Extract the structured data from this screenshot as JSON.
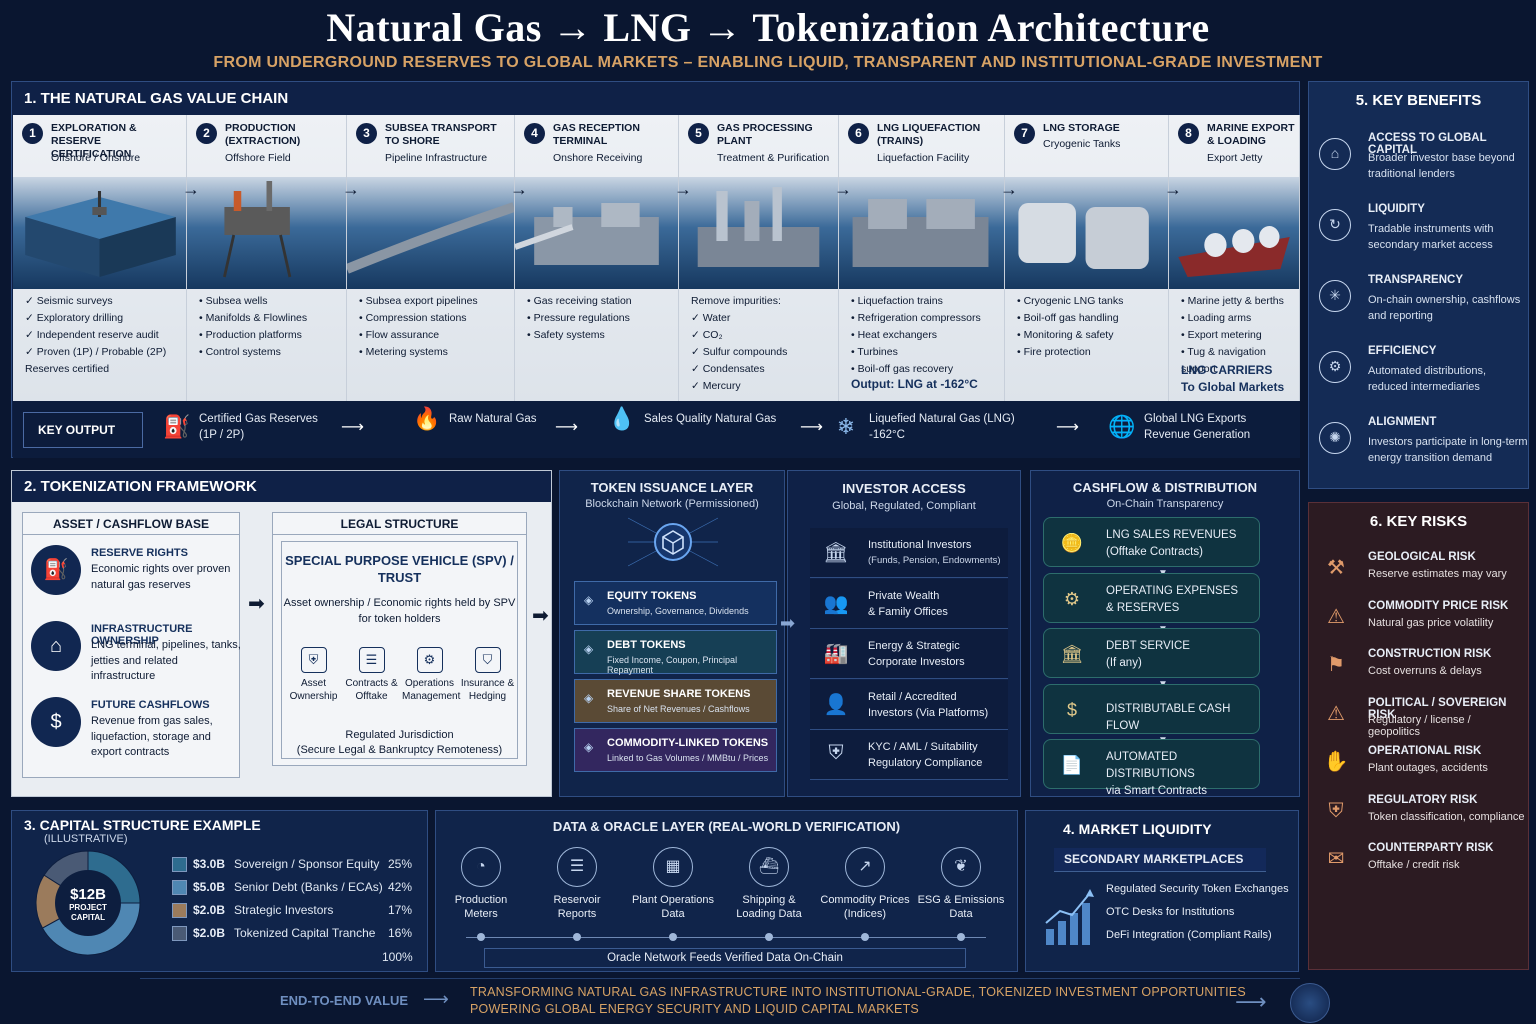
{
  "title": "Natural Gas → LNG → Tokenization Architecture",
  "subtitle": "FROM UNDERGROUND RESERVES TO GLOBAL MARKETS – ENABLING LIQUID, TRANSPARENT AND INSTITUTIONAL-GRADE INVESTMENT",
  "value_chain": {
    "title": "1. THE NATURAL GAS VALUE CHAIN",
    "stages": [
      {
        "num": "1",
        "title": "EXPLORATION & RESERVE CERTIFICATION",
        "sub": "Offshore / Onshore",
        "items": [
          "✓ Seismic surveys",
          "✓ Exploratory drilling",
          "✓ Independent reserve audit",
          "✓ Proven (1P) / Probable (2P)",
          "   Reserves certified"
        ]
      },
      {
        "num": "2",
        "title": "PRODUCTION (EXTRACTION)",
        "sub": "Offshore Field",
        "items": [
          "• Subsea wells",
          "• Manifolds & Flowlines",
          "• Production platforms",
          "• Control systems"
        ]
      },
      {
        "num": "3",
        "title": "SUBSEA TRANSPORT TO SHORE",
        "sub": "Pipeline Infrastructure",
        "items": [
          "• Subsea export pipelines",
          "• Compression stations",
          "• Flow assurance",
          "• Metering systems"
        ]
      },
      {
        "num": "4",
        "title": "GAS RECEPTION TERMINAL",
        "sub": "Onshore Receiving",
        "items": [
          "• Gas receiving station",
          "• Pressure regulations",
          "• Safety systems"
        ]
      },
      {
        "num": "5",
        "title": "GAS PROCESSING PLANT",
        "sub": "Treatment & Purification",
        "items": [
          "Remove impurities:",
          "✓ Water",
          "✓ CO₂",
          "✓ Sulfur compounds",
          "✓ Condensates",
          "✓ Mercury"
        ]
      },
      {
        "num": "6",
        "title": "LNG LIQUEFACTION (TRAINS)",
        "sub": "Liquefaction Facility",
        "items": [
          "• Liquefaction trains",
          "• Refrigeration compressors",
          "• Heat exchangers",
          "• Turbines",
          "• Boil-off gas recovery"
        ],
        "extra": "Output: LNG at -162°C"
      },
      {
        "num": "7",
        "title": "LNG STORAGE",
        "sub": "Cryogenic Tanks",
        "items": [
          "• Cryogenic LNG tanks",
          "• Boil-off gas handling",
          "• Monitoring & safety",
          "• Fire protection"
        ]
      },
      {
        "num": "8",
        "title": "MARINE EXPORT & LOADING",
        "sub": "Export Jetty",
        "items": [
          "• Marine jetty & berths",
          "• Loading arms",
          "• Export metering",
          "• Tug & navigation support"
        ],
        "extra": "LNG CARRIERS",
        "extra2": "To Global Markets"
      }
    ],
    "key_output": {
      "label": "KEY OUTPUT",
      "items": [
        {
          "icon": "oil-rig-icon",
          "line1": "Certified Gas Reserves",
          "line2": "(1P / 2P)"
        },
        {
          "icon": "flame-icon",
          "line1": "Raw Natural Gas",
          "line2": ""
        },
        {
          "icon": "droplet-icon",
          "line1": "Sales Quality Natural Gas",
          "line2": ""
        },
        {
          "icon": "snowflake-icon",
          "line1": "Liquefied Natural Gas (LNG)",
          "line2": "-162°C"
        },
        {
          "icon": "globe-icon",
          "line1": "Global LNG Exports",
          "line2": "Revenue Generation"
        }
      ]
    }
  },
  "benefits": {
    "title": "5. KEY BENEFITS",
    "items": [
      {
        "title": "ACCESS TO GLOBAL CAPITAL",
        "desc": "Broader investor base beyond traditional lenders"
      },
      {
        "title": "LIQUIDITY",
        "desc": "Tradable instruments with secondary market access"
      },
      {
        "title": "TRANSPARENCY",
        "desc": "On-chain ownership, cashflows and reporting"
      },
      {
        "title": "EFFICIENCY",
        "desc": "Automated distributions, reduced intermediaries"
      },
      {
        "title": "ALIGNMENT",
        "desc": "Investors participate in long-term energy transition demand"
      }
    ]
  },
  "risks": {
    "title": "6. KEY RISKS",
    "items": [
      {
        "title": "GEOLOGICAL RISK",
        "desc": "Reserve estimates may vary"
      },
      {
        "title": "COMMODITY PRICE RISK",
        "desc": "Natural gas price volatility"
      },
      {
        "title": "CONSTRUCTION RISK",
        "desc": "Cost overruns & delays"
      },
      {
        "title": "POLITICAL / SOVEREIGN RISK",
        "desc": "Regulatory / license / geopolitics"
      },
      {
        "title": "OPERATIONAL RISK",
        "desc": "Plant outages, accidents"
      },
      {
        "title": "REGULATORY RISK",
        "desc": "Token classification, compliance"
      },
      {
        "title": "COUNTERPARTY RISK",
        "desc": "Offtake / credit risk"
      }
    ]
  },
  "framework": {
    "title": "2. TOKENIZATION FRAMEWORK",
    "asset_base": {
      "title": "ASSET / CASHFLOW BASE",
      "items": [
        {
          "title": "RESERVE RIGHTS",
          "desc": "Economic rights over proven natural gas reserves"
        },
        {
          "title": "INFRASTRUCTURE OWNERSHIP",
          "desc": "LNG terminal, pipelines, tanks, jetties and related infrastructure"
        },
        {
          "title": "FUTURE CASHFLOWS",
          "desc": "Revenue from gas sales, liquefaction, storage and export contracts"
        }
      ]
    },
    "legal": {
      "title": "LEGAL STRUCTURE",
      "spv_title": "SPECIAL PURPOSE VEHICLE (SPV) / TRUST",
      "spv_desc": "Asset ownership / Economic rights held by SPV for token holders",
      "icons": [
        {
          "label": "Asset Ownership"
        },
        {
          "label": "Contracts & Offtake"
        },
        {
          "label": "Operations Management"
        },
        {
          "label": "Insurance & Hedging"
        }
      ],
      "jurisdiction": "Regulated Jurisdiction",
      "jurisdiction_sub": "(Secure Legal & Bankruptcy Remoteness)"
    }
  },
  "token_layer": {
    "title": "TOKEN ISSUANCE LAYER",
    "sub": "Blockchain Network (Permissioned)",
    "tokens": [
      {
        "title": "EQUITY TOKENS",
        "desc": "Ownership, Governance, Dividends",
        "color": "#14305f"
      },
      {
        "title": "DEBT TOKENS",
        "desc": "Fixed Income, Coupon, Principal Repayment",
        "color": "#163f55"
      },
      {
        "title": "REVENUE SHARE TOKENS",
        "desc": "Share of Net Revenues / Cashflows",
        "color": "#5a4a35"
      },
      {
        "title": "COMMODITY-LINKED TOKENS",
        "desc": "Linked to Gas Volumes / MMBtu / Prices",
        "color": "#33275f"
      }
    ]
  },
  "investor_access": {
    "title": "INVESTOR ACCESS",
    "sub": "Global, Regulated, Compliant",
    "items": [
      {
        "line1": "Institutional Investors",
        "line2": "(Funds, Pension, Endowments)"
      },
      {
        "line1": "Private Wealth",
        "line2": "& Family Offices"
      },
      {
        "line1": "Energy & Strategic",
        "line2": "Corporate Investors"
      },
      {
        "line1": "Retail / Accredited",
        "line2": "Investors (Via Platforms)"
      },
      {
        "line1": "KYC / AML / Suitability",
        "line2": "Regulatory Compliance"
      }
    ]
  },
  "cashflow": {
    "title": "CASHFLOW & DISTRIBUTION",
    "sub": "On-Chain Transparency",
    "items": [
      {
        "line1": "LNG SALES REVENUES",
        "line2": "(Offtake Contracts)"
      },
      {
        "line1": "OPERATING EXPENSES",
        "line2": "& RESERVES"
      },
      {
        "line1": "DEBT SERVICE",
        "line2": "(If any)"
      },
      {
        "line1": "DISTRIBUTABLE CASH FLOW",
        "line2": ""
      },
      {
        "line1": "AUTOMATED DISTRIBUTIONS",
        "line2": "via Smart Contracts"
      }
    ]
  },
  "capital": {
    "title": "3. CAPITAL STRUCTURE EXAMPLE",
    "sub": "(ILLUSTRATIVE)",
    "center_amount": "$12B",
    "center_label1": "PROJECT",
    "center_label2": "CAPITAL",
    "total": "100%"
  },
  "chart_data": {
    "type": "pie",
    "categories": [
      "Sovereign / Sponsor Equity",
      "Senior Debt (Banks / ECAs)",
      "Strategic Investors",
      "Tokenized Capital Tranche"
    ],
    "amounts": [
      "$3.0B",
      "$5.0B",
      "$2.0B",
      "$2.0B"
    ],
    "values": [
      25,
      42,
      17,
      16
    ],
    "percent_labels": [
      "25%",
      "42%",
      "17%",
      "16%"
    ],
    "colors": [
      "#2e6c8f",
      "#4f87b3",
      "#9b7b5c",
      "#4a5a75"
    ]
  },
  "oracle": {
    "title": "DATA & ORACLE LAYER (REAL-WORLD VERIFICATION)",
    "items": [
      {
        "line1": "Production",
        "line2": "Meters"
      },
      {
        "line1": "Reservoir",
        "line2": "Reports"
      },
      {
        "line1": "Plant Operations",
        "line2": "Data"
      },
      {
        "line1": "Shipping &",
        "line2": "Loading Data"
      },
      {
        "line1": "Commodity Prices",
        "line2": "(Indices)"
      },
      {
        "line1": "ESG & Emissions",
        "line2": "Data"
      }
    ],
    "feed": "Oracle Network Feeds Verified Data On-Chain"
  },
  "market": {
    "title": "4. MARKET LIQUIDITY",
    "secondary": "SECONDARY MARKETPLACES",
    "items": [
      "Regulated Security Token Exchanges",
      "OTC Desks for Institutions",
      "DeFi Integration (Compliant Rails)"
    ]
  },
  "footer": {
    "label": "END-TO-END VALUE",
    "line1": "TRANSFORMING NATURAL GAS INFRASTRUCTURE INTO INSTITUTIONAL-GRADE, TOKENIZED INVESTMENT OPPORTUNITIES",
    "line2": "POWERING GLOBAL ENERGY SECURITY AND LIQUID CAPITAL MARKETS"
  }
}
